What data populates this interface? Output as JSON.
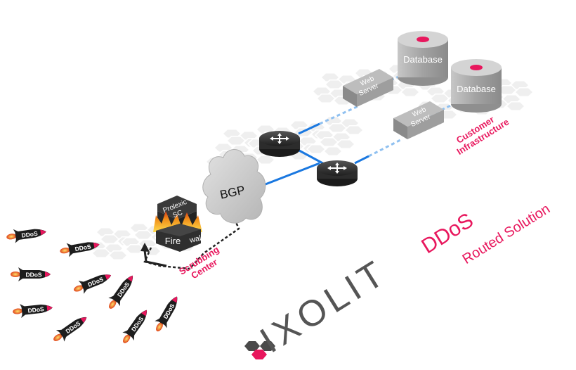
{
  "diagram": {
    "database_label": "Database",
    "web_server_label_line1": "Web",
    "web_server_label_line2": "Server",
    "bgp_label": "BGP",
    "prolexic_line1": "Prolexic",
    "prolexic_line2": "SC",
    "firewall_part1": "Fire",
    "firewall_part2": "wall",
    "scrubbing_line1": "Scrubbing",
    "scrubbing_line2": "Center",
    "customer_line1": "Customer",
    "customer_line2": "Infrastructure",
    "solution_title": "DDoS",
    "solution_subtitle": "Routed Solution",
    "brand": "IXOLIT",
    "attack_label": "DDoS"
  },
  "colors": {
    "accent": "#e8175d",
    "link_blue": "#1a78e0",
    "hex_grid": "#eeeeee",
    "router": "#3a3a3a",
    "server": "#9b9b9b",
    "database": "#a9a9a9",
    "cloud": "#c9c9c9",
    "firewall_flame": "#f0901a"
  },
  "icons": {
    "router": "router-icon",
    "server": "server-icon",
    "database": "database-icon",
    "cloud": "cloud-icon",
    "firewall": "firewall-icon",
    "rocket": "rocket-icon"
  }
}
